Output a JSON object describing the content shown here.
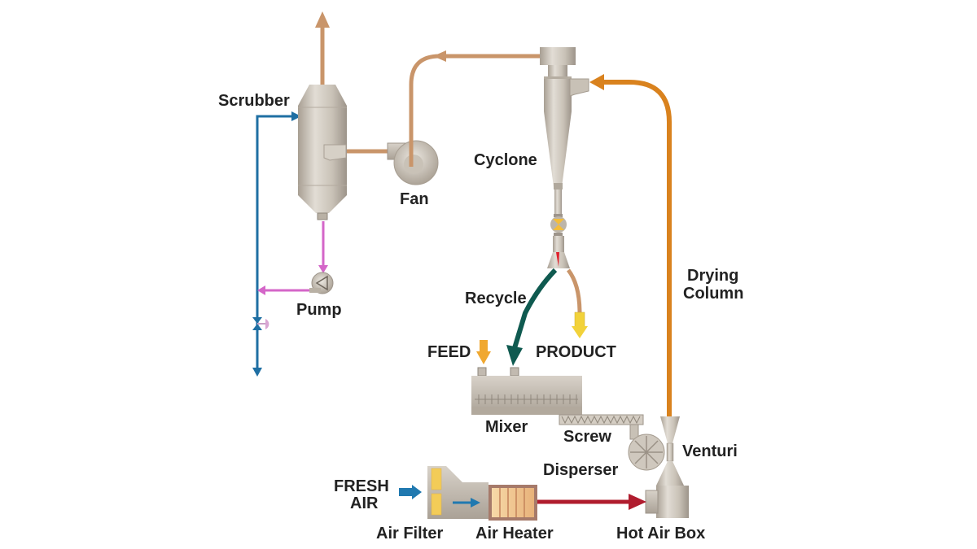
{
  "title": "Flash Dryer Process Flow Diagram",
  "colors": {
    "exhaust_air": "#c9956a",
    "water_line": "#1f6fa3",
    "slurry_line": "#d466c8",
    "hot_gas_column": "#d9821e",
    "recycle_line": "#0f5a50",
    "hot_air": "#b01c2e",
    "fresh_air": "#2079b0",
    "feed": "#f0a830",
    "product": "#f2d23a",
    "equipment": "#c8c1b6"
  },
  "labels": {
    "scrubber": "Scrubber",
    "fan": "Fan",
    "pump": "Pump",
    "cyclone": "Cyclone",
    "recycle": "Recycle",
    "feed": "FEED",
    "product": "PRODUCT",
    "drying_column_line1": "Drying",
    "drying_column_line2": "Column",
    "mixer": "Mixer",
    "screw": "Screw",
    "venturi": "Venturi",
    "disperser": "Disperser",
    "fresh_air_line1": "FRESH",
    "fresh_air_line2": "AIR",
    "air_filter": "Air Filter",
    "air_heater": "Air Heater",
    "hot_air_box": "Hot Air Box"
  },
  "icons": {
    "valve": "gate-valve-icon",
    "rotary_valve": "rotary-valve-icon",
    "flow_arrow": "arrow-icon"
  }
}
